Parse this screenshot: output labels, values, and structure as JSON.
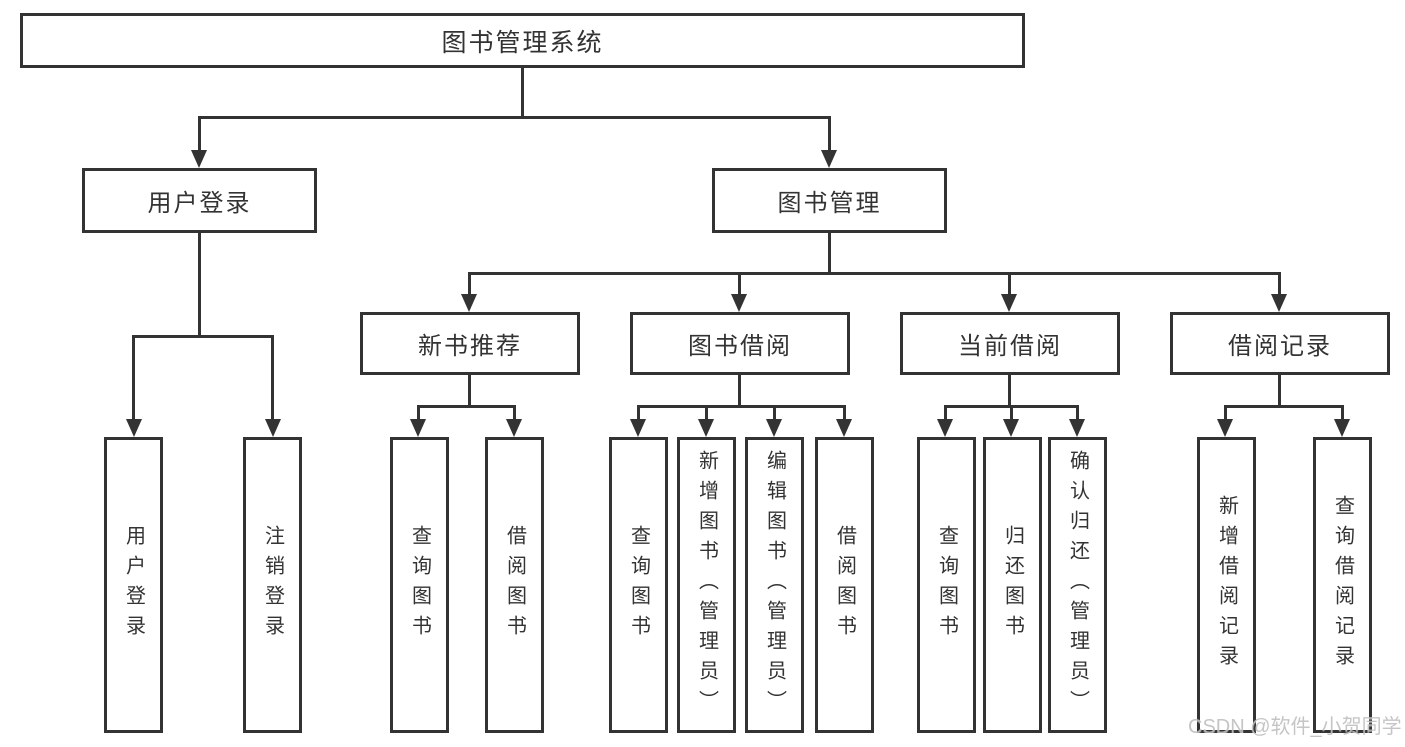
{
  "colors": {
    "line": "#333333",
    "box_border": "#333333",
    "box_fill": "#ffffff",
    "background": "#ffffff",
    "watermark": "#bfbfbf"
  },
  "nodes": {
    "root": "图书管理系统",
    "user_login": "用户登录",
    "book_management": "图书管理",
    "new_book_recommend": "新书推荐",
    "book_borrow": "图书借阅",
    "current_borrow": "当前借阅",
    "borrow_records": "借阅记录",
    "leaf_user_login": "用户登录",
    "leaf_logout": "注销登录",
    "leaf_recommend_query_book": "查询图书",
    "leaf_recommend_borrow_book": "借阅图书",
    "leaf_borrow_query_book": "查询图书",
    "leaf_borrow_add_book": "新增图书（管理员）",
    "leaf_borrow_edit_book": "编辑图书（管理员）",
    "leaf_borrow_borrow_book": "借阅图书",
    "leaf_current_query_book": "查询图书",
    "leaf_current_return_book": "归还图书",
    "leaf_current_confirm_return": "确认归还（管理员）",
    "leaf_records_add_record": "新增借阅记录",
    "leaf_records_query_record": "查询借阅记录"
  },
  "watermark": "CSDN @软件_小贺同学"
}
